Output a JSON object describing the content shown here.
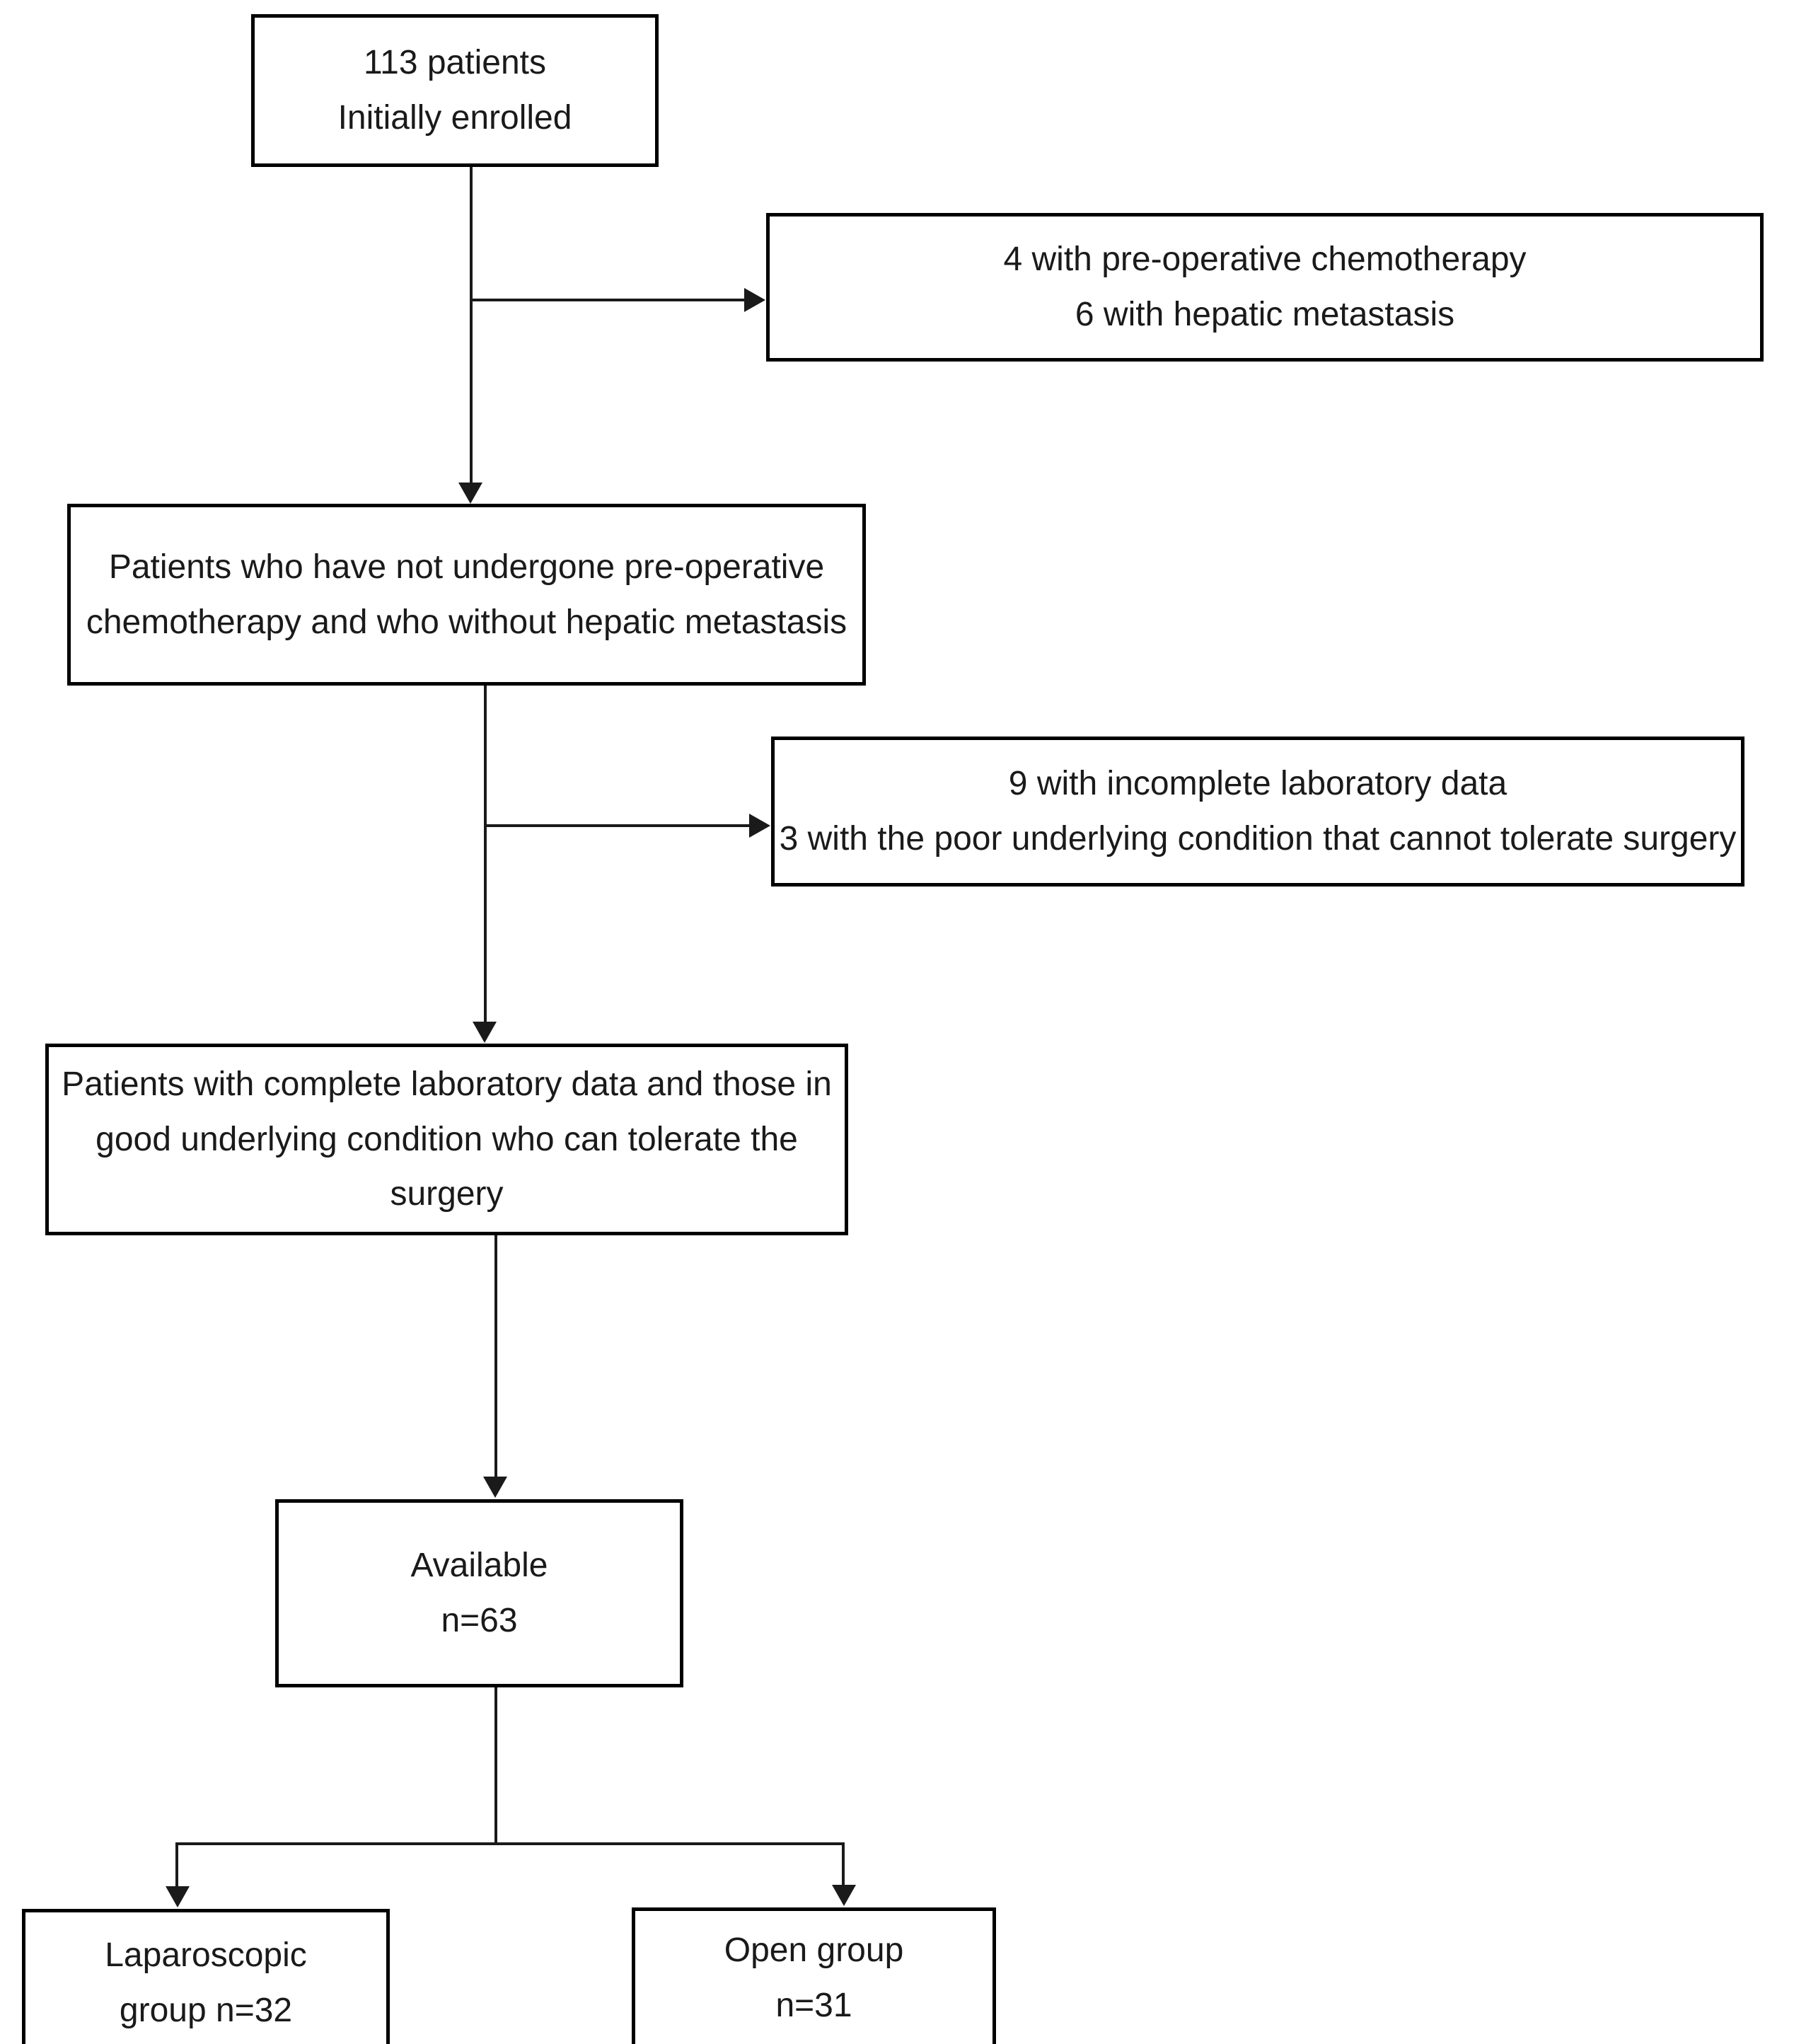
{
  "diagram": {
    "title": "Patient enrollment and group allocation flow diagram",
    "type": "flowchart",
    "background_color": "#ffffff",
    "line_color": "#1a1a1a",
    "box_border_color": "#000000",
    "nodes": {
      "enrolled": {
        "line1": "113 patients",
        "line2": "Initially enrolled"
      },
      "exclusion_1": {
        "line1": "4 with pre-operative chemotherapy",
        "line2": "6 with hepatic metastasis"
      },
      "no_preop": {
        "line1": "Patients who have not undergone pre-operative",
        "line2": "chemotherapy and who without hepatic metastasis"
      },
      "exclusion_2": {
        "line1": "9 with incomplete laboratory data",
        "line2": "3 with the poor underlying condition that cannot tolerate surgery"
      },
      "complete_data": {
        "line1": "Patients with complete laboratory data and those in",
        "line2": "good underlying condition who can tolerate the",
        "line3": "surgery"
      },
      "available": {
        "line1": "Available",
        "line2": "n=63"
      },
      "laparoscopic_group": {
        "line1": "Laparoscopic",
        "line2": "group n=32"
      },
      "open_group": {
        "line1": "Open group",
        "line2": "n=31"
      }
    },
    "counts": {
      "initially_enrolled": 113,
      "excluded_preoperative_chemotherapy": 4,
      "excluded_hepatic_metastasis": 6,
      "excluded_incomplete_lab_data": 9,
      "excluded_poor_condition": 3,
      "available": 63,
      "laparoscopic_group": 32,
      "open_group": 31
    }
  }
}
